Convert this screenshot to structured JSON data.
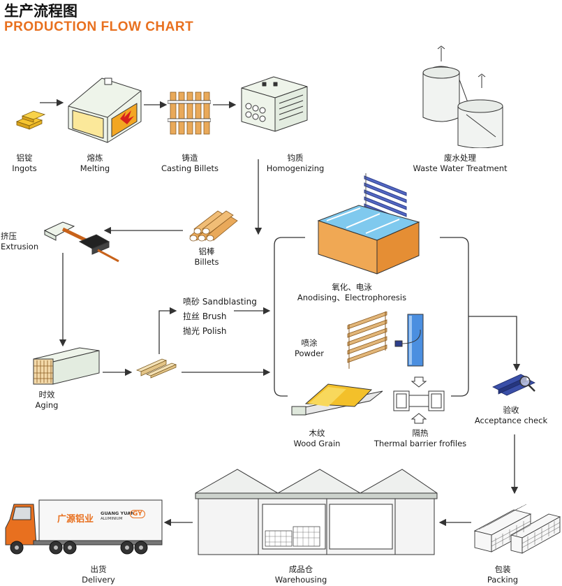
{
  "header": {
    "title_cn": "生产流程图",
    "title_en": "PRODUCTION FLOW CHART"
  },
  "colors": {
    "accent": "#e8701f",
    "stroke": "#333333",
    "gold": "#f4b82a",
    "wood": "#d9a05b",
    "blue": "#3a4fa8",
    "pale_green": "#eef4ea"
  },
  "steps": {
    "ingots": {
      "cn": "铝锭",
      "en": "Ingots",
      "icon": "gold-ingots-icon"
    },
    "melting": {
      "cn": "熔炼",
      "en": "Melting",
      "icon": "furnace-icon"
    },
    "casting": {
      "cn": "铸造",
      "en": "Casting Billets",
      "icon": "cast-billets-icon"
    },
    "homogenizing": {
      "cn": "钧质",
      "en": "Homogenizing",
      "icon": "homogenizing-oven-icon"
    },
    "waste_water": {
      "cn": "废水处理",
      "en": "Waste Water Treatment",
      "icon": "water-tanks-icon"
    },
    "billets": {
      "cn": "铝棒",
      "en": "Billets",
      "icon": "billets-stack-icon"
    },
    "extrusion": {
      "cn": "挤压",
      "en": "Extrusion",
      "icon": "extrusion-press-icon"
    },
    "aging": {
      "cn": "时效",
      "en": "Aging",
      "icon": "aging-box-icon"
    },
    "surface": {
      "sandblasting": "喷砂 Sandblasting",
      "brush": "拉丝 Brush",
      "polish": "抛光 Polish"
    },
    "anodising": {
      "cn": "氧化、电泳",
      "en": "Anodising、Electrophoresis",
      "icon": "anodising-tank-icon"
    },
    "powder": {
      "cn": "喷涂",
      "en": "Powder",
      "icon": "powder-spray-icon"
    },
    "wood_grain": {
      "cn": "木纹",
      "en": "Wood Grain",
      "icon": "wood-grain-roll-icon"
    },
    "thermal": {
      "cn": "隔热",
      "en": "Thermal barrier frofiles",
      "icon": "thermal-barrier-icon"
    },
    "acceptance": {
      "cn": "验收",
      "en": "Acceptance check",
      "icon": "magnifier-profile-icon"
    },
    "packing": {
      "cn": "包装",
      "en": "Packing",
      "icon": "packed-bundles-icon"
    },
    "warehousing": {
      "cn": "成品仓",
      "en": "Warehousing",
      "icon": "warehouse-icon"
    },
    "delivery": {
      "cn": "出货",
      "en": "Delivery",
      "icon": "truck-icon"
    }
  },
  "truck": {
    "brand_cn": "广源铝业",
    "brand_en": "GUANG YUAN",
    "brand_sub": "ALUMINIUM",
    "logo": "GY"
  }
}
